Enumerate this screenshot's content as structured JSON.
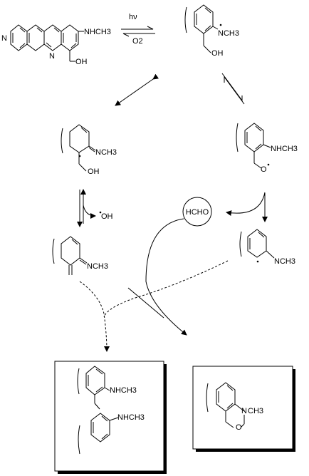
{
  "diagram": {
    "labels": {
      "condition_top": "hν",
      "condition_bottom": "O2",
      "acridine_amine": "NHCH3",
      "acridine_oh": "OH",
      "radical_amine": "NCH3",
      "radical_oh": "OH",
      "imine_right": "NCH3",
      "imine_oh": "OH",
      "amine_right": "NHCH3",
      "alkoxy_o": "O",
      "oh_radical": "OH",
      "hcho": "HCHO",
      "methide_imine": "NCH3",
      "aryl_amine": "NCH3",
      "dimer_amine_top": "NHCH3",
      "dimer_amine_bottom": "NHCH3",
      "oxazine_n": "N",
      "oxazine_me": "CH3",
      "oxazine_o": "O"
    }
  }
}
